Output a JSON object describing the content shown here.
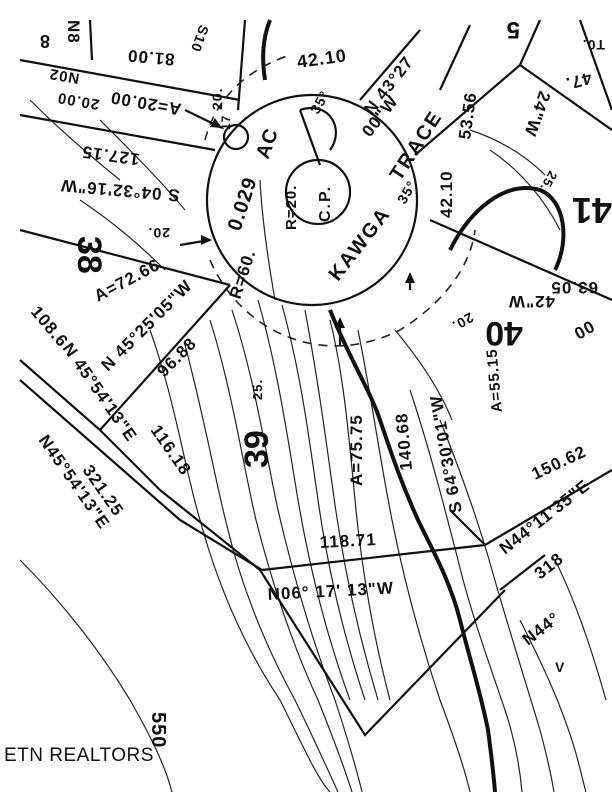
{
  "lots": {
    "l38": "38",
    "l39": "39",
    "l40": "40",
    "l41": "41",
    "l5": "5",
    "l8": "8",
    "l17": "17",
    "l550": "550"
  },
  "road": {
    "name_a": "KAWGA",
    "name_b": "TRACE",
    "cul_de_sac": "C.P."
  },
  "labels": {
    "n8": "N8",
    "d81": "81.00",
    "s10": "S10",
    "n02": "N02",
    "d20a": "20.00",
    "a20": "A=20.00",
    "d20b": "20.",
    "d42": "42.10",
    "ac": "AC",
    "n43": "N 43°27",
    "oow": "00\"W",
    "d127": "127.15",
    "s04": "S 04°32'16\"W",
    "d35a": "35°",
    "d35b": "35°",
    "d4210b": "42.10",
    "d5356": "53.56",
    "d47": "47.",
    "w24": "24\"W",
    "t0": "T0.",
    "d25a": "25.",
    "d0029": "0.029",
    "r20": "R=20.",
    "r60": "R=60.",
    "d20c": "20.",
    "a7266": "A=72.66",
    "n45": "N 45°25'05\"W",
    "d9688": "96.88",
    "d108": "108.6",
    "d63": "63.05",
    "w42": "42\"W",
    "w00": "00",
    "d20d": "20.",
    "a55": "A=55.15",
    "d25b": "25.",
    "a75": "A=75.75",
    "d14068": "140.68",
    "s64": "S 64°30'01\"W",
    "n4554a": "N 45°54'13\"E",
    "n4554b": "N45°54'13\"E",
    "d32125": "321.25",
    "d11618": "116.18",
    "d15062": "150.62",
    "n44a": "N44°11'35\"E",
    "d11871": "118.71",
    "n06": "N06° 17' 13\"W",
    "d318": "318",
    "n44b": "N44°",
    "v": "V"
  },
  "watermark": "ETN REALTORS"
}
